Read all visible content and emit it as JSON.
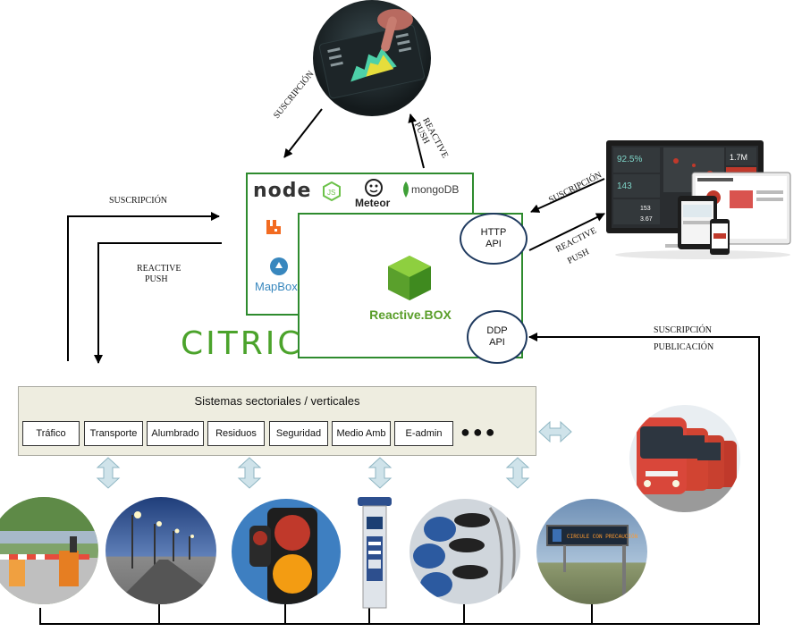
{
  "labels": {
    "suscripcion_top": "SUSCRIPCIÓN",
    "reactive_push_top": "REACTIVE PUSH",
    "suscripcion_left": "SUSCRIPCIÓN",
    "reactive_push_left_1": "REACTIVE",
    "reactive_push_left_2": "PUSH",
    "suscripcion_right": "SUSCRIPCIÓN",
    "reactive_push_right_1": "REACTIVE",
    "reactive_push_right_2": "PUSH",
    "suscripcion_bottom_right": "SUSCRIPCIÓN",
    "publicacion_bottom_right": "PUBLICACIÓN"
  },
  "citric": {
    "title": "CITRIC",
    "node_label": "node",
    "meteor_label": "Meteor",
    "mongodb_label": "mongoDB",
    "mapbox_label": "MapBox",
    "reactive_box_label": "Reactive.BOX"
  },
  "apis": {
    "http_line1": "HTTP",
    "http_line2": "API",
    "ddp_line1": "DDP",
    "ddp_line2": "API"
  },
  "systems": {
    "title": "Sistemas sectoriales / verticales",
    "items": [
      "Tráfico",
      "Transporte",
      "Alumbrado",
      "Residuos",
      "Seguridad",
      "Medio Amb",
      "E-admin"
    ],
    "more": "●●●"
  },
  "images": {
    "tablet": "tablet-dashboard-photo",
    "dashboard": "dashboard-devices-photo",
    "buses": "buses-photo",
    "barrier": "parking-barrier-photo",
    "streetlights": "streetlights-photo",
    "traffic_light": "traffic-light-photo",
    "kiosk": "parking-meter-kiosk",
    "bikes": "bike-sharing-photo",
    "sign": "traffic-sign-photo"
  },
  "sign_text": "CIRCULE CON PRECAUCIÓN",
  "dashboard_values": [
    "92.5%",
    "143",
    "153",
    "3.67",
    "1.7M"
  ]
}
